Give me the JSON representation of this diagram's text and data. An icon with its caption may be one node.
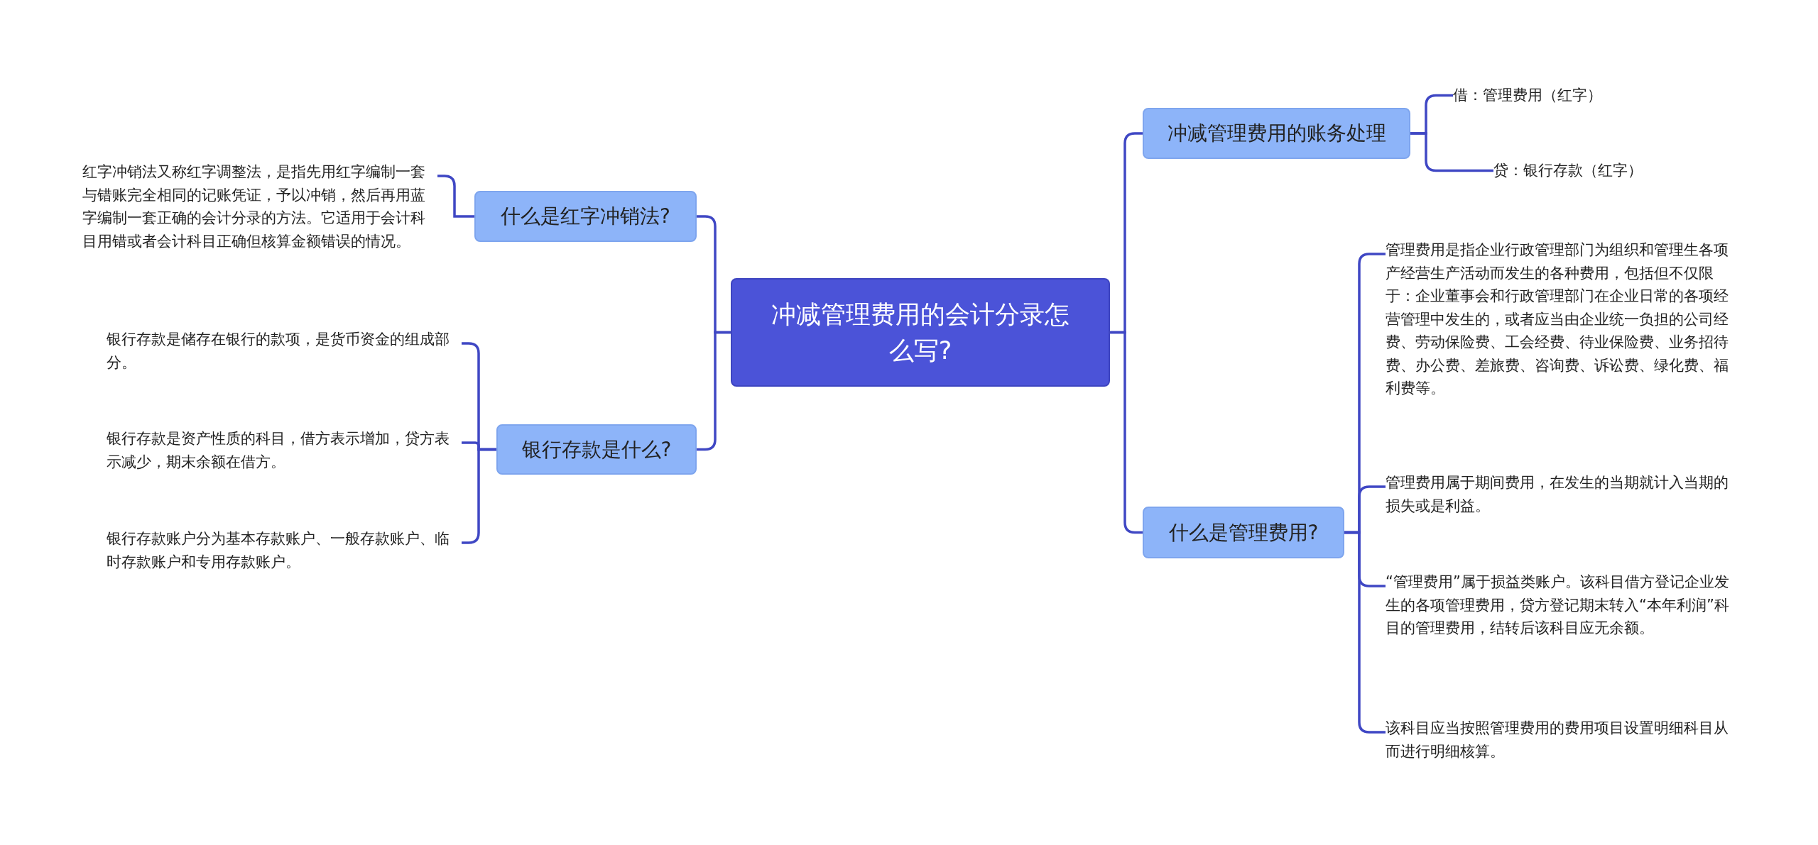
{
  "diagram": {
    "nodes": [
      {
        "text": [
          "冲减管理费用的会计分录怎么写?"
        ]
      },
      {
        "text": [
          "冲减管理费用的账务处理"
        ]
      },
      {
        "text": [
          "借：管理费用（红字）"
        ]
      },
      {
        "text": [
          "贷：银行存款（红字）"
        ]
      },
      {
        "text": [
          "什么是管理费用?"
        ]
      },
      {
        "text": [
          "管理费用是指企业行政管理部门为组织和管理生各项产经营生产活动而发生的各种费用，包括但不仅限于：企业董事会和行政管理部门在企业日常的各项经营管理中发生的，或者应当由企业统一负担的公司经费、劳动保险费、工会经费、待业保险费、业务招待费、办公费、差旅费、咨询费、诉讼费、绿化费、福利费等。"
        ]
      },
      {
        "text": [
          "管理费用属于期间费用，在发生的当期就计入当期的损失或是利益。"
        ]
      },
      {
        "text": [
          "“管理费用”属于损益类账户。该科目借方登记企业发生的各项管理费用，贷方登记期末转入“本年利润”科目的管理费用，结转后该科目应无余额。"
        ]
      },
      {
        "text": [
          "该科目应当按照管理费用的费用项目设置明细科目从而进行明细核算。"
        ]
      },
      {
        "text": [
          "什么是红字冲销法?"
        ]
      },
      {
        "text": [
          "红字冲销法又称红字调整法，是指先用红字编制一套与错账完全相同的记账凭证，予以冲销，然后再用蓝字编制一套正确的会计分录的方法。它适用于会计科目用错或者会计科目正确但核算金额错误的情况。"
        ]
      },
      {
        "text": [
          "银行存款是什么?"
        ]
      },
      {
        "text": [
          "银行存款是储存在银行的款项，是货币资金的组成部分。"
        ]
      },
      {
        "text": [
          "银行存款是资产性质的科目，借方表示增加，贷方表示减少，期末余额在借方。"
        ]
      },
      {
        "text": [
          "银行存款账户分为基本存款账户、一般存款账户、临时存款账户和专用存款账户。"
        ]
      }
    ],
    "edges": [
      {
        "from": 0,
        "to": 1,
        "arrow": "none"
      },
      {
        "from": 0,
        "to": 4,
        "arrow": "none"
      },
      {
        "from": 0,
        "to": 9,
        "arrow": "none"
      },
      {
        "from": 0,
        "to": 11,
        "arrow": "none"
      },
      {
        "from": 1,
        "to": 2,
        "arrow": "none"
      },
      {
        "from": 1,
        "to": 3,
        "arrow": "none"
      },
      {
        "from": 4,
        "to": 5,
        "arrow": "none"
      },
      {
        "from": 4,
        "to": 6,
        "arrow": "none"
      },
      {
        "from": 4,
        "to": 7,
        "arrow": "none"
      },
      {
        "from": 4,
        "to": 8,
        "arrow": "none"
      },
      {
        "from": 9,
        "to": 10,
        "arrow": "none"
      },
      {
        "from": 11,
        "to": 12,
        "arrow": "none"
      },
      {
        "from": 11,
        "to": 13,
        "arrow": "none"
      },
      {
        "from": 11,
        "to": 14,
        "arrow": "none"
      }
    ]
  }
}
